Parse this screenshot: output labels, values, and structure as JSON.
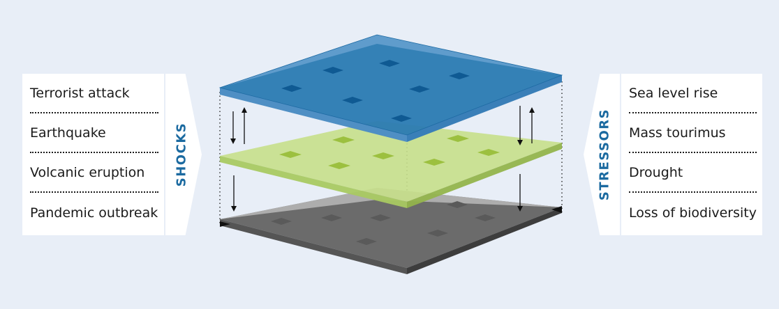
{
  "shocks": {
    "label": "SHOCKS",
    "items": [
      "Terrorist attack",
      "Earthquake",
      "Volcanic eruption",
      "Pandemic outbreak"
    ]
  },
  "stressors": {
    "label": "STRESSORS",
    "items": [
      "Sea level rise",
      "Mass tourimus",
      "Drought",
      "Loss of biodiversity"
    ]
  },
  "colors": {
    "background": "#e8eef7",
    "accent": "#1b6aa0",
    "top_layer": "#2a7ab2",
    "middle_layer": "#c6df8a",
    "bottom_layer": "#6b6b6b"
  }
}
